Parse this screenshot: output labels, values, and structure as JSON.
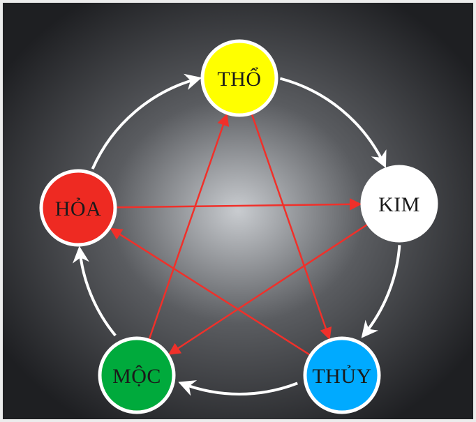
{
  "diagram": {
    "nodes": [
      {
        "id": "tho",
        "label": "THỔ",
        "fill": "#ffff00",
        "text_color": "#1a1a1a"
      },
      {
        "id": "kim",
        "label": "KIM",
        "fill": "#ffffff",
        "text_color": "#1a1a1a"
      },
      {
        "id": "thuy",
        "label": "THỦY",
        "fill": "#00aaff",
        "text_color": "#1a1a1a"
      },
      {
        "id": "moc",
        "label": "MỘC",
        "fill": "#00aa3c",
        "text_color": "#1a1a1a"
      },
      {
        "id": "hoa",
        "label": "HỎA",
        "fill": "#ee2a22",
        "text_color": "#1a1a1a"
      }
    ],
    "generating_cycle": [
      {
        "from": "tho",
        "to": "kim"
      },
      {
        "from": "kim",
        "to": "thuy"
      },
      {
        "from": "thuy",
        "to": "moc"
      },
      {
        "from": "moc",
        "to": "hoa"
      },
      {
        "from": "hoa",
        "to": "tho"
      }
    ],
    "controlling_cycle": [
      {
        "from": "tho",
        "to": "thuy"
      },
      {
        "from": "thuy",
        "to": "hoa"
      },
      {
        "from": "hoa",
        "to": "kim"
      },
      {
        "from": "kim",
        "to": "moc"
      },
      {
        "from": "moc",
        "to": "tho"
      }
    ],
    "colors": {
      "generating_arrow": "#ffffff",
      "controlling_arrow": "#f0302a",
      "background_center": "#c9ccd0",
      "background_edge": "#1e1f22",
      "node_border": "#ffffff"
    }
  }
}
